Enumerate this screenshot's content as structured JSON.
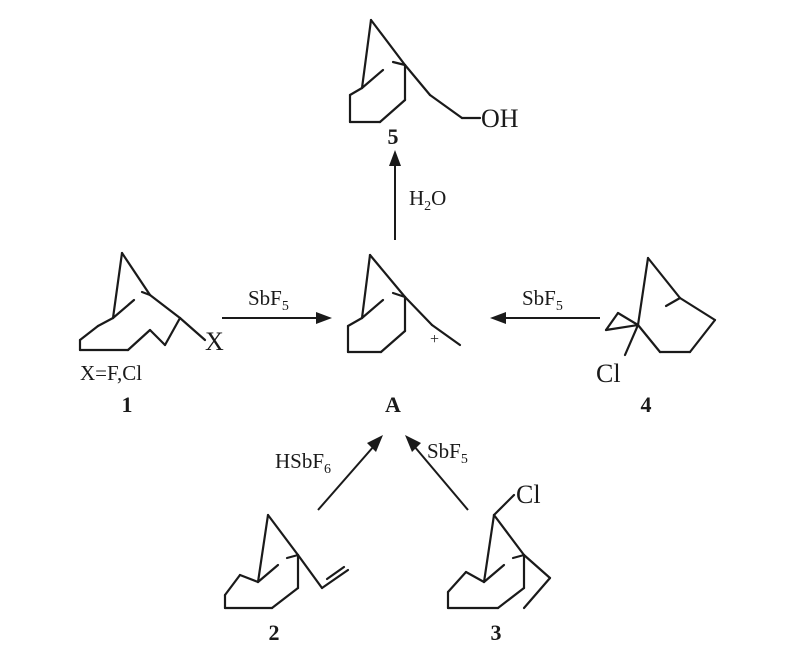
{
  "compounds": {
    "c1": {
      "number": "1",
      "substituent": "X",
      "note": "X=F,Cl"
    },
    "c2": {
      "number": "2"
    },
    "c3": {
      "number": "3",
      "substituent": "Cl"
    },
    "c4": {
      "number": "4",
      "substituent": "Cl"
    },
    "c5": {
      "number": "5",
      "substituent": "OH"
    },
    "A": {
      "label": "A",
      "charge": "+"
    }
  },
  "reagents": {
    "r1_to_A": {
      "base": "SbF",
      "sub": "5"
    },
    "r4_to_A": {
      "base": "SbF",
      "sub": "5"
    },
    "r2_to_A": {
      "base": "HSbF",
      "sub": "6"
    },
    "r3_to_A": {
      "base": "SbF",
      "sub": "5"
    },
    "A_to_5": {
      "pre": "H",
      "sub": "2",
      "post": "O"
    }
  }
}
